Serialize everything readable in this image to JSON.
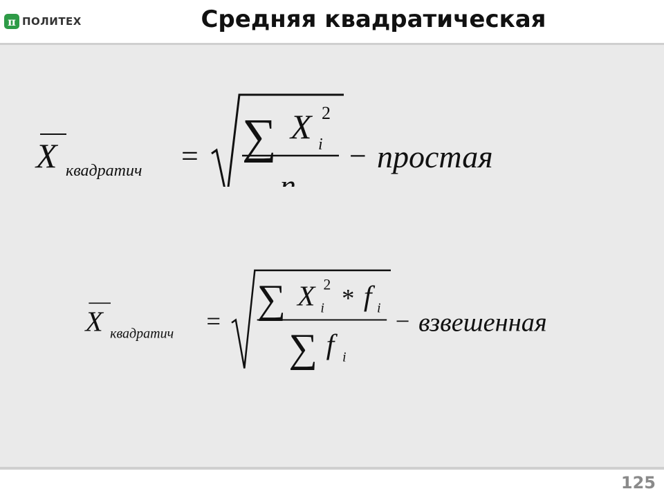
{
  "header": {
    "logo_mark": "π",
    "logo_text": "ПОЛИТЕХ",
    "title": "Средняя квадратическая"
  },
  "formula_simple": {
    "x": "X",
    "subscript": "квадратич",
    "equals": "=",
    "sum": "∑",
    "numerator_var": "X",
    "numerator_index": "i",
    "numerator_power": "2",
    "denominator": "n",
    "dash": "−",
    "label": "простая"
  },
  "formula_weighted": {
    "x": "X",
    "subscript": "квадратич",
    "equals": "=",
    "sum": "∑",
    "numerator_var": "X",
    "numerator_index": "i",
    "numerator_power": "2",
    "times": "*",
    "weight_var": "f",
    "weight_index": "i",
    "denominator_sum": "∑",
    "denominator_var": "f",
    "denominator_index": "i",
    "dash": "−",
    "label": "взвешенная"
  },
  "footer": {
    "page_number": "125"
  }
}
